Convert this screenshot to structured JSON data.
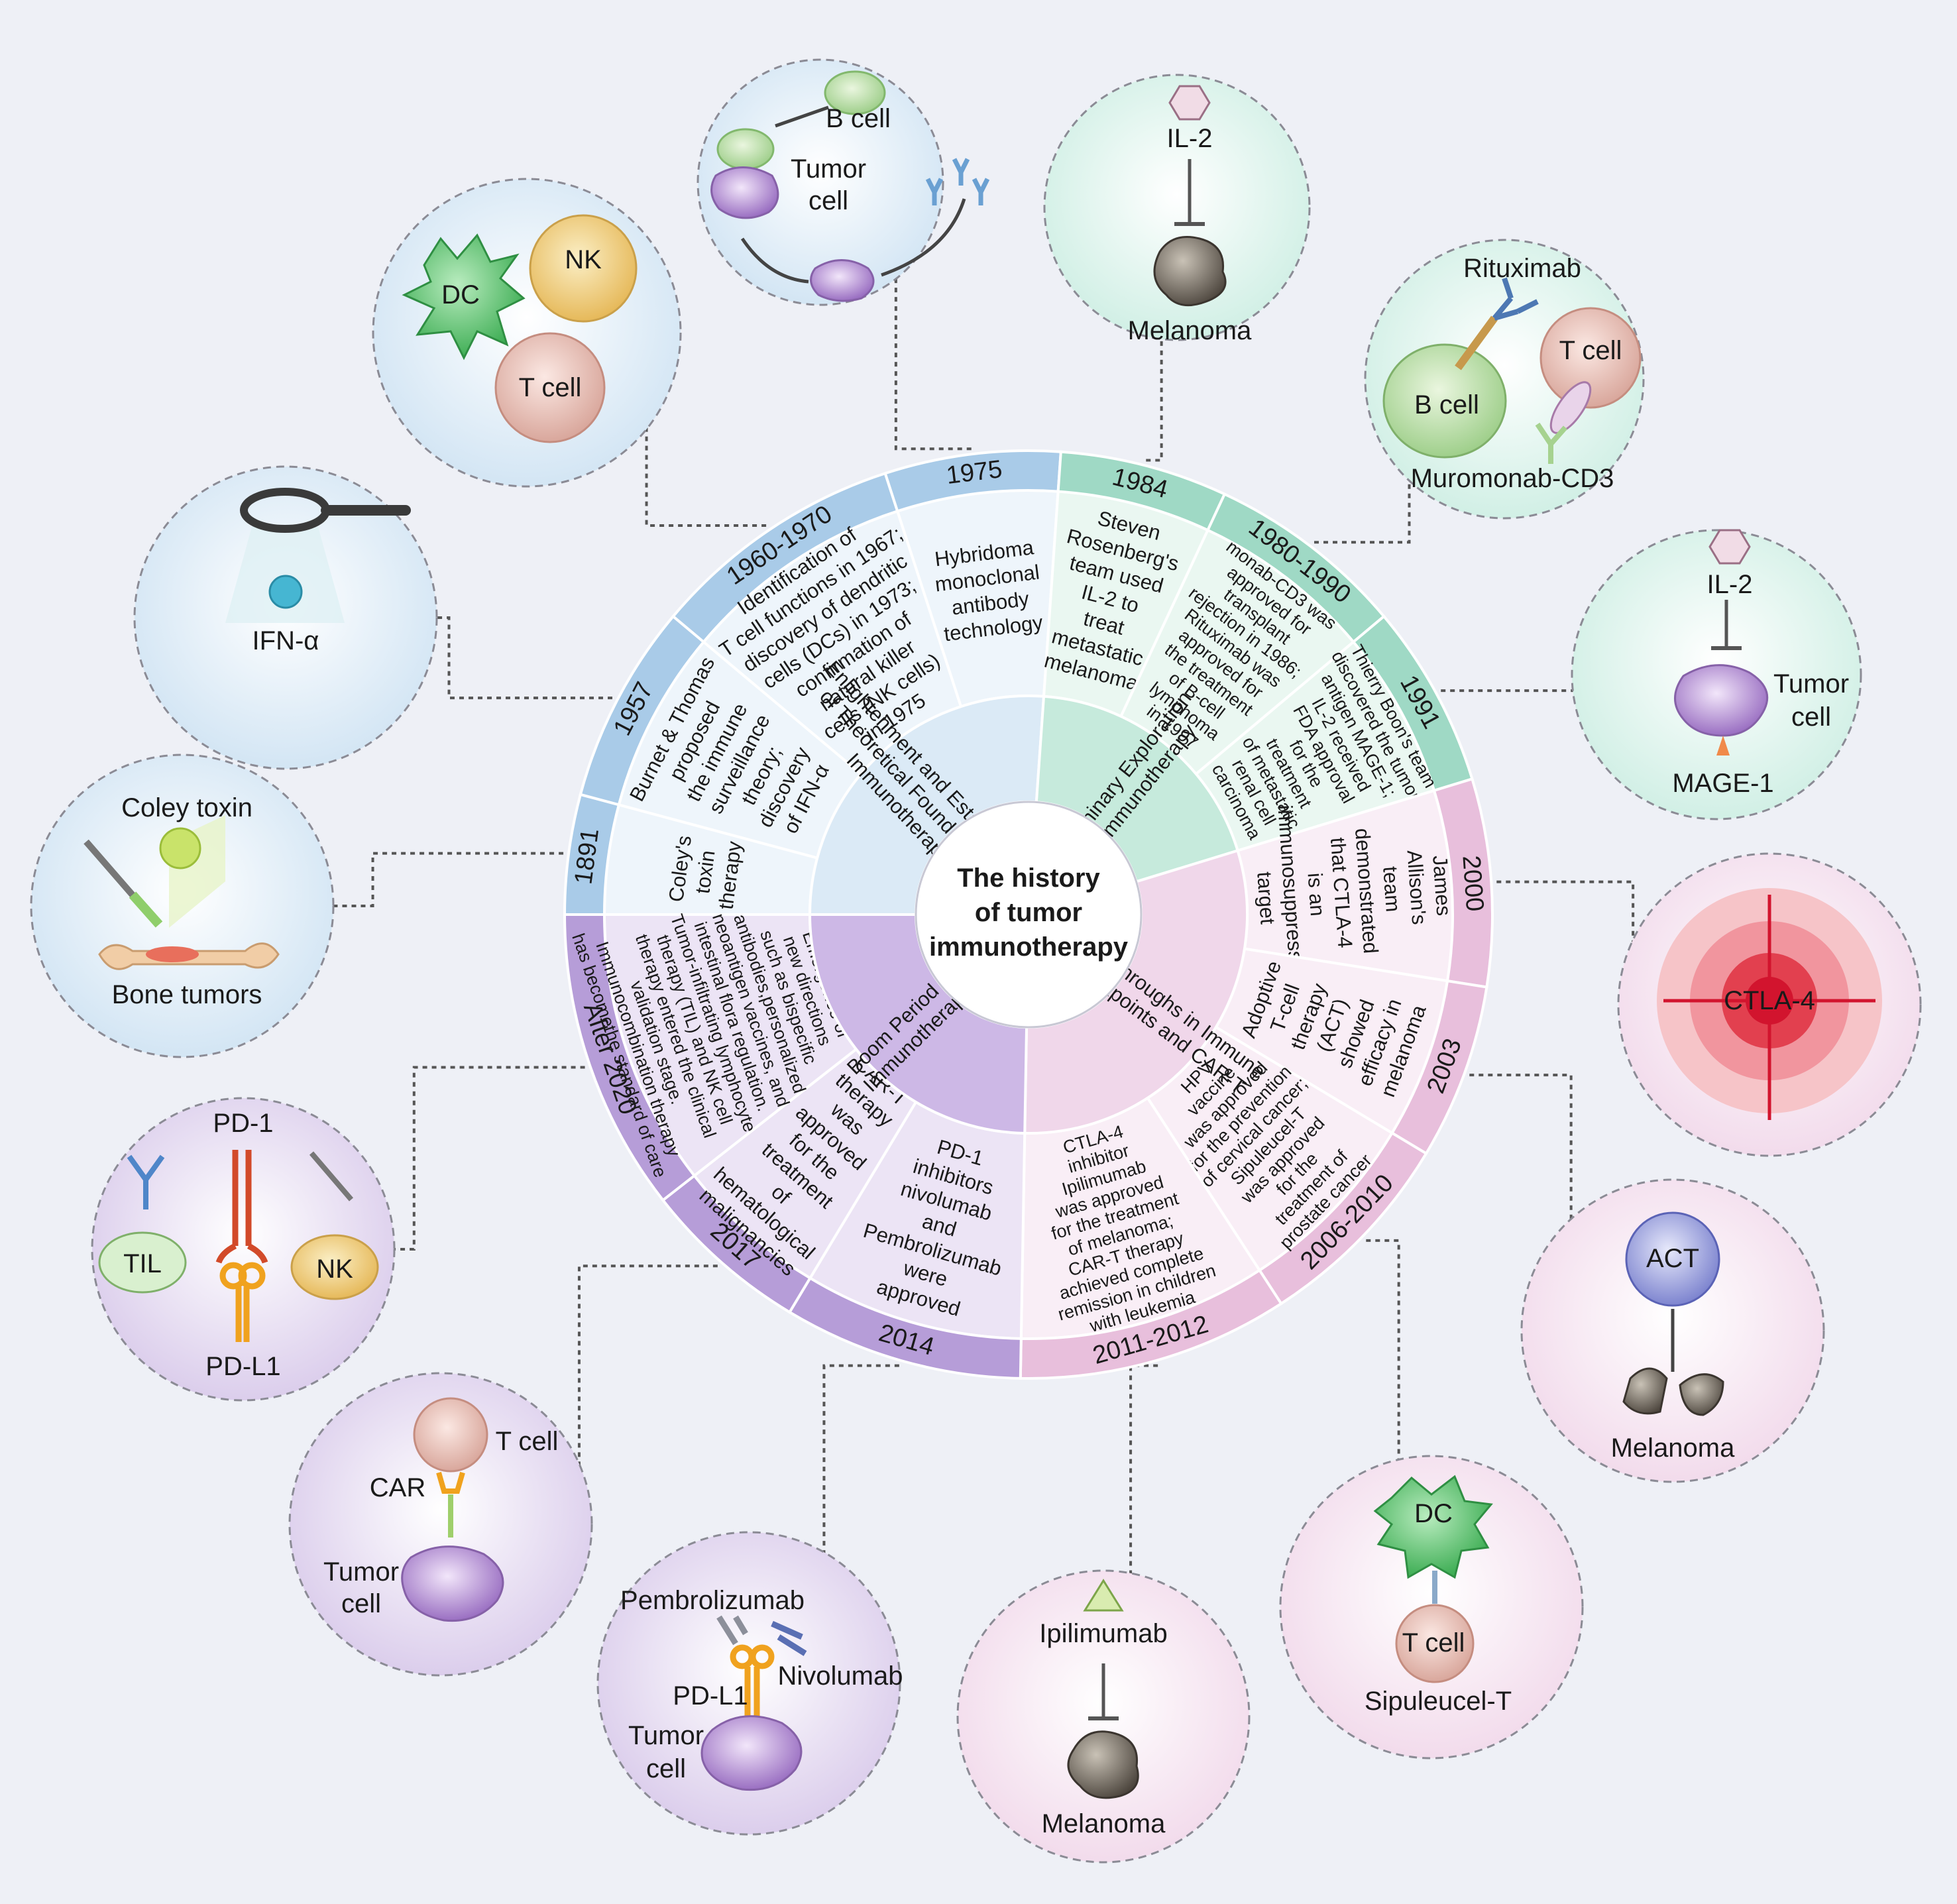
{
  "center": {
    "line1": "The history",
    "line2": "of tumor",
    "line3": "immunotherapy"
  },
  "colors": {
    "blue": "#cfe3f3",
    "green": "#cdeee3",
    "pink": "#f3dcef",
    "purple": "#d7c9e9",
    "background": "#eef0f6"
  },
  "periods": [
    {
      "id": "p1",
      "lines": [
        "Enlightenment and Establishment",
        "of Theoretical Foundations for",
        "Immunotherapy"
      ]
    },
    {
      "id": "p2",
      "lines": [
        "Preliminary Exploration",
        "of Immunotherapy"
      ]
    },
    {
      "id": "p3",
      "lines": [
        "Breakthroughs in Immune",
        "Checkpoints and CAR-T"
      ]
    },
    {
      "id": "p4",
      "lines": [
        "Boom Period of",
        "Immunotherapy"
      ]
    }
  ],
  "sectors": [
    {
      "id": "s1891",
      "year": "1891",
      "text": [
        "Coley's",
        "toxin",
        "therapy"
      ]
    },
    {
      "id": "s1957",
      "year": "1957",
      "text": [
        "Burnet & Thomas",
        "proposed",
        "the immune",
        "surveillance",
        "theory;",
        "discovery",
        "of IFN-α"
      ]
    },
    {
      "id": "s1960",
      "year": "1960-1970",
      "text": [
        "Identification of",
        "T cell functions in 1967;",
        "discovery of dendritic",
        "cells (DCs) in 1973;",
        "confirmation of",
        "natural killer",
        "cells (NK cells)",
        "in 1975"
      ]
    },
    {
      "id": "s1975",
      "year": "1975",
      "text": [
        "Hybridoma",
        "monoclonal",
        "antibody",
        "technology"
      ]
    },
    {
      "id": "s1984",
      "year": "1984",
      "text": [
        "Steven",
        "Rosenberg's",
        "team used",
        "IL-2 to",
        "treat",
        "metastatic",
        "melanoma"
      ]
    },
    {
      "id": "s1980",
      "year": "1980-1990",
      "text": [
        "monab-CD3 was",
        "approved for",
        "transplant",
        "rejection in 1986;",
        "Rituximab was",
        "approved for",
        "the treatment",
        "of B-cell",
        "lymphoma",
        "in 1997"
      ]
    },
    {
      "id": "s1991",
      "year": "1991",
      "text": [
        "Thierry Boon's team",
        "discovered the tumor",
        "antigen MAGE-1;",
        "IL-2 received",
        "FDA approval",
        "for the",
        "treatment",
        "of metastatic",
        "renal cell",
        "carcinoma"
      ]
    },
    {
      "id": "s2000",
      "year": "2000",
      "text": [
        "James",
        "Allison's",
        "team",
        "demonstrated",
        "that CTLA-4",
        "is an",
        "immunosuppressive",
        "target"
      ]
    },
    {
      "id": "s2003",
      "year": "2003",
      "text": [
        "Adoptive",
        "T-cell",
        "therapy",
        "(ACT)",
        "showed",
        "efficacy in",
        "melanoma"
      ]
    },
    {
      "id": "s2006",
      "year": "2006-2010",
      "text": [
        "HPV",
        "vaccine",
        "was approved",
        "for the prevention",
        "of cervical cancer;",
        "Sipuleucel-T",
        "was approved",
        "for the",
        "treatment of",
        "prostate cancer"
      ]
    },
    {
      "id": "s2011",
      "year": "2011-2012",
      "text": [
        "CTLA-4",
        "inhibitor",
        "Ipilimumab",
        "was approved",
        "for the treatment",
        "of melanoma;",
        "CAR-T therapy",
        "achieved complete",
        "remission in children",
        "with leukemia"
      ]
    },
    {
      "id": "s2014",
      "year": "2014",
      "text": [
        "PD-1",
        "inhibitors",
        "nivolumab",
        "and",
        "Pembrolizumab",
        "were",
        "approved"
      ]
    },
    {
      "id": "s2017",
      "year": "2017",
      "text": [
        "CAR-T",
        "therapy",
        "was",
        "approved",
        "for the",
        "treatment",
        "of",
        "hematological",
        "malignancies"
      ]
    },
    {
      "id": "s2020",
      "year": "After 2020",
      "text": [
        "Emergence of",
        "new directions",
        "such as bispecific",
        "antibodies,personalized",
        "neoantigen vaccines, and",
        "intestinal flora regulation.",
        "Tumor-infiltrating lymphocyte",
        "therapy (TIL) and NK cell",
        "therapy entered the clinical",
        "validation stage.",
        "Immunocombination therapy",
        "has becomethe standard of care"
      ]
    }
  ],
  "bubbles": [
    {
      "id": "b1891",
      "labels": [
        "Coley toxin",
        "Bone tumors"
      ]
    },
    {
      "id": "b1957",
      "labels": [
        "IFN-α"
      ]
    },
    {
      "id": "b1960",
      "labels": [
        "DC",
        "NK",
        "T cell"
      ]
    },
    {
      "id": "b1975",
      "labels": [
        "B cell",
        "Tumor",
        "cell"
      ]
    },
    {
      "id": "b1984",
      "labels": [
        "IL-2",
        "Melanoma"
      ]
    },
    {
      "id": "b1980",
      "labels": [
        "Rituximab",
        "T cell",
        "B cell",
        "Muromonab-CD3"
      ]
    },
    {
      "id": "b1991",
      "labels": [
        "IL-2",
        "Tumor",
        "cell",
        "MAGE-1"
      ]
    },
    {
      "id": "b2000",
      "labels": [
        "CTLA-4"
      ]
    },
    {
      "id": "b2003",
      "labels": [
        "ACT",
        "Melanoma"
      ]
    },
    {
      "id": "b2006",
      "labels": [
        "DC",
        "T cell",
        "Sipuleucel-T"
      ]
    },
    {
      "id": "b2011",
      "labels": [
        "Ipilimumab",
        "Melanoma"
      ]
    },
    {
      "id": "b2014",
      "labels": [
        "Pembrolizumab",
        "Nivolumab",
        "PD-L1",
        "Tumor",
        "cell"
      ]
    },
    {
      "id": "b2017",
      "labels": [
        "T cell",
        "CAR",
        "Tumor",
        "cell"
      ]
    },
    {
      "id": "b2020",
      "labels": [
        "PD-1",
        "TIL",
        "NK",
        "PD-L1"
      ]
    }
  ]
}
